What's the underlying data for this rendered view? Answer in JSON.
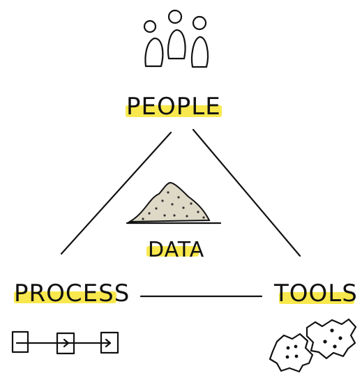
{
  "labels": {
    "people": "PEOPLE",
    "data": "DATA",
    "process": "PROCESS",
    "tools": "TOOLS"
  },
  "colors": {
    "highlight": "#f7e63a",
    "ink": "#111111",
    "sand": "#ded8c7",
    "cookie": "#ffffff"
  },
  "icons": {
    "people": "people-group-icon",
    "data": "data-pile-icon",
    "process": "process-flow-icon",
    "tools": "gears-icon"
  }
}
